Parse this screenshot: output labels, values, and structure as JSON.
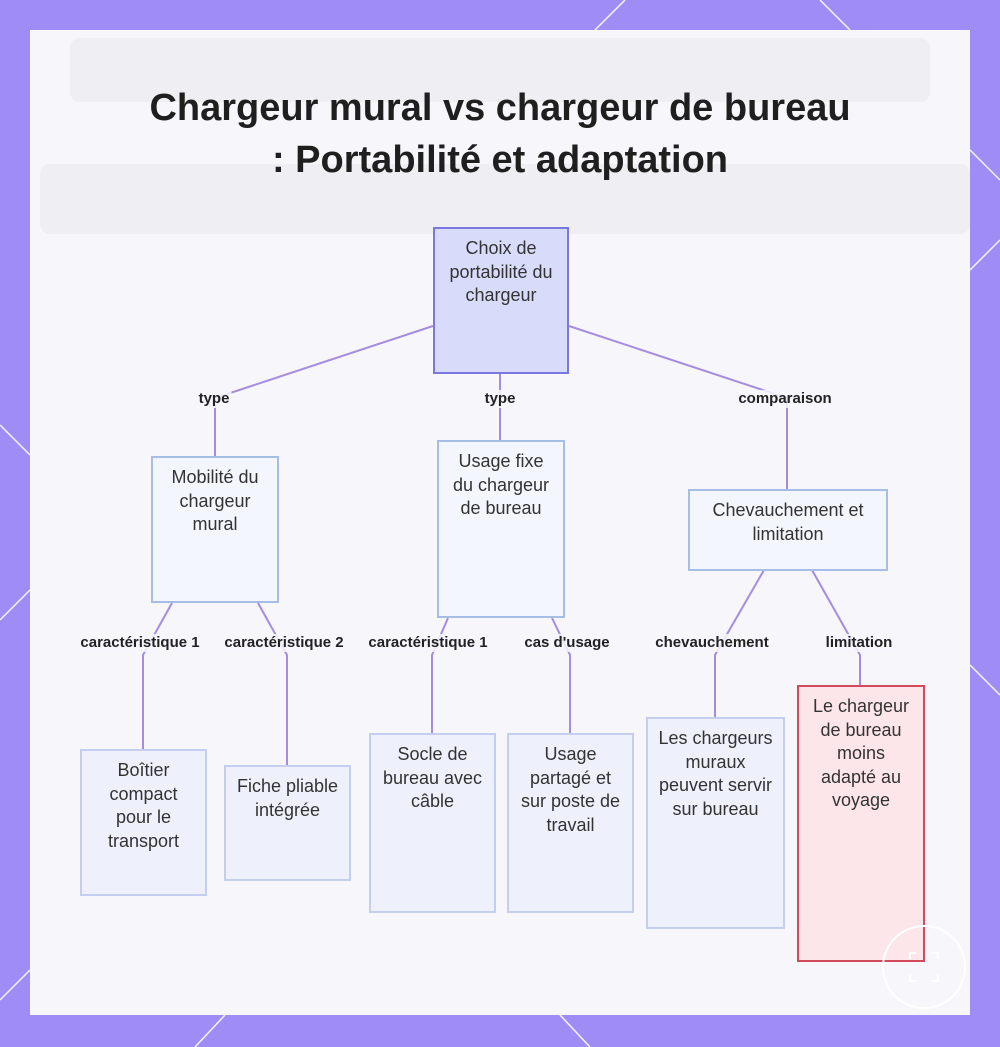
{
  "colors": {
    "frame": "#a08cf5",
    "edge": "#a48de0",
    "root_fill": "#d9dbfb",
    "warn_border": "#d34a5c"
  },
  "title": {
    "line1": "Chargeur mural vs chargeur de bureau",
    "line2": ": Portabilité et adaptation"
  },
  "nodes": {
    "root": "Choix de portabilité du chargeur",
    "mural": "Mobilité du chargeur mural",
    "bureau": "Usage fixe du chargeur de bureau",
    "chevauchement": "Chevauchement et limitation",
    "boitier": "Boîtier compact pour le transport",
    "fiche": "Fiche pliable intégrée",
    "socle": "Socle de bureau avec câble",
    "usage": "Usage partagé et sur poste de travail",
    "muraux": "Les chargeurs muraux peuvent servir sur bureau",
    "voyage": "Le chargeur de bureau moins adapté au voyage"
  },
  "edges": {
    "type_left": "type",
    "type_mid": "type",
    "comparaison": "comparaison",
    "carac1_left": "caractéristique 1",
    "carac2_left": "caractéristique 2",
    "carac1_mid": "caractéristique 1",
    "cas_usage": "cas d'usage",
    "chevauchement": "chevauchement",
    "limitation": "limitation"
  }
}
